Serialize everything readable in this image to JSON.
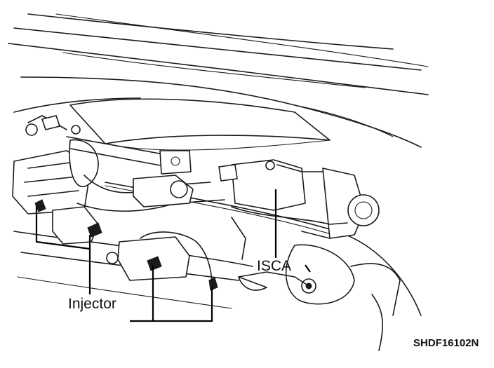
{
  "labels": {
    "injector": "Injector",
    "isca": "ISCA",
    "figure_code": "SHDF16102N"
  },
  "colors": {
    "line": "#1a1a1a",
    "background": "#ffffff"
  }
}
